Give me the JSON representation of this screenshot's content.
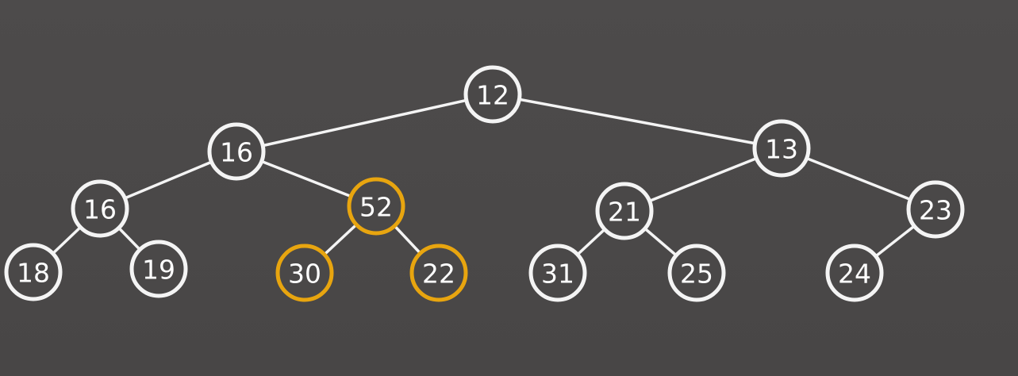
{
  "colors": {
    "background": "#4a4848",
    "default_node": "#f4f4f4",
    "highlight_node": "#e8a50f",
    "edge": "#f4f4f4"
  },
  "tree": {
    "nodes": [
      {
        "id": "n0",
        "label": "12",
        "highlighted": false
      },
      {
        "id": "n1",
        "label": "16",
        "highlighted": false
      },
      {
        "id": "n2",
        "label": "13",
        "highlighted": false
      },
      {
        "id": "n3",
        "label": "16",
        "highlighted": false
      },
      {
        "id": "n4",
        "label": "52",
        "highlighted": true
      },
      {
        "id": "n5",
        "label": "21",
        "highlighted": false
      },
      {
        "id": "n6",
        "label": "23",
        "highlighted": false
      },
      {
        "id": "n7",
        "label": "18",
        "highlighted": false
      },
      {
        "id": "n8",
        "label": "19",
        "highlighted": false
      },
      {
        "id": "n9",
        "label": "30",
        "highlighted": true
      },
      {
        "id": "n10",
        "label": "22",
        "highlighted": true
      },
      {
        "id": "n11",
        "label": "31",
        "highlighted": false
      },
      {
        "id": "n12",
        "label": "25",
        "highlighted": false
      },
      {
        "id": "n13",
        "label": "24",
        "highlighted": false
      }
    ],
    "edges": [
      {
        "from": "n0",
        "to": "n1"
      },
      {
        "from": "n0",
        "to": "n2"
      },
      {
        "from": "n1",
        "to": "n3"
      },
      {
        "from": "n1",
        "to": "n4"
      },
      {
        "from": "n2",
        "to": "n5"
      },
      {
        "from": "n2",
        "to": "n6"
      },
      {
        "from": "n3",
        "to": "n7"
      },
      {
        "from": "n3",
        "to": "n8"
      },
      {
        "from": "n4",
        "to": "n9"
      },
      {
        "from": "n4",
        "to": "n10"
      },
      {
        "from": "n5",
        "to": "n11"
      },
      {
        "from": "n5",
        "to": "n12"
      },
      {
        "from": "n6",
        "to": "n13"
      }
    ]
  }
}
